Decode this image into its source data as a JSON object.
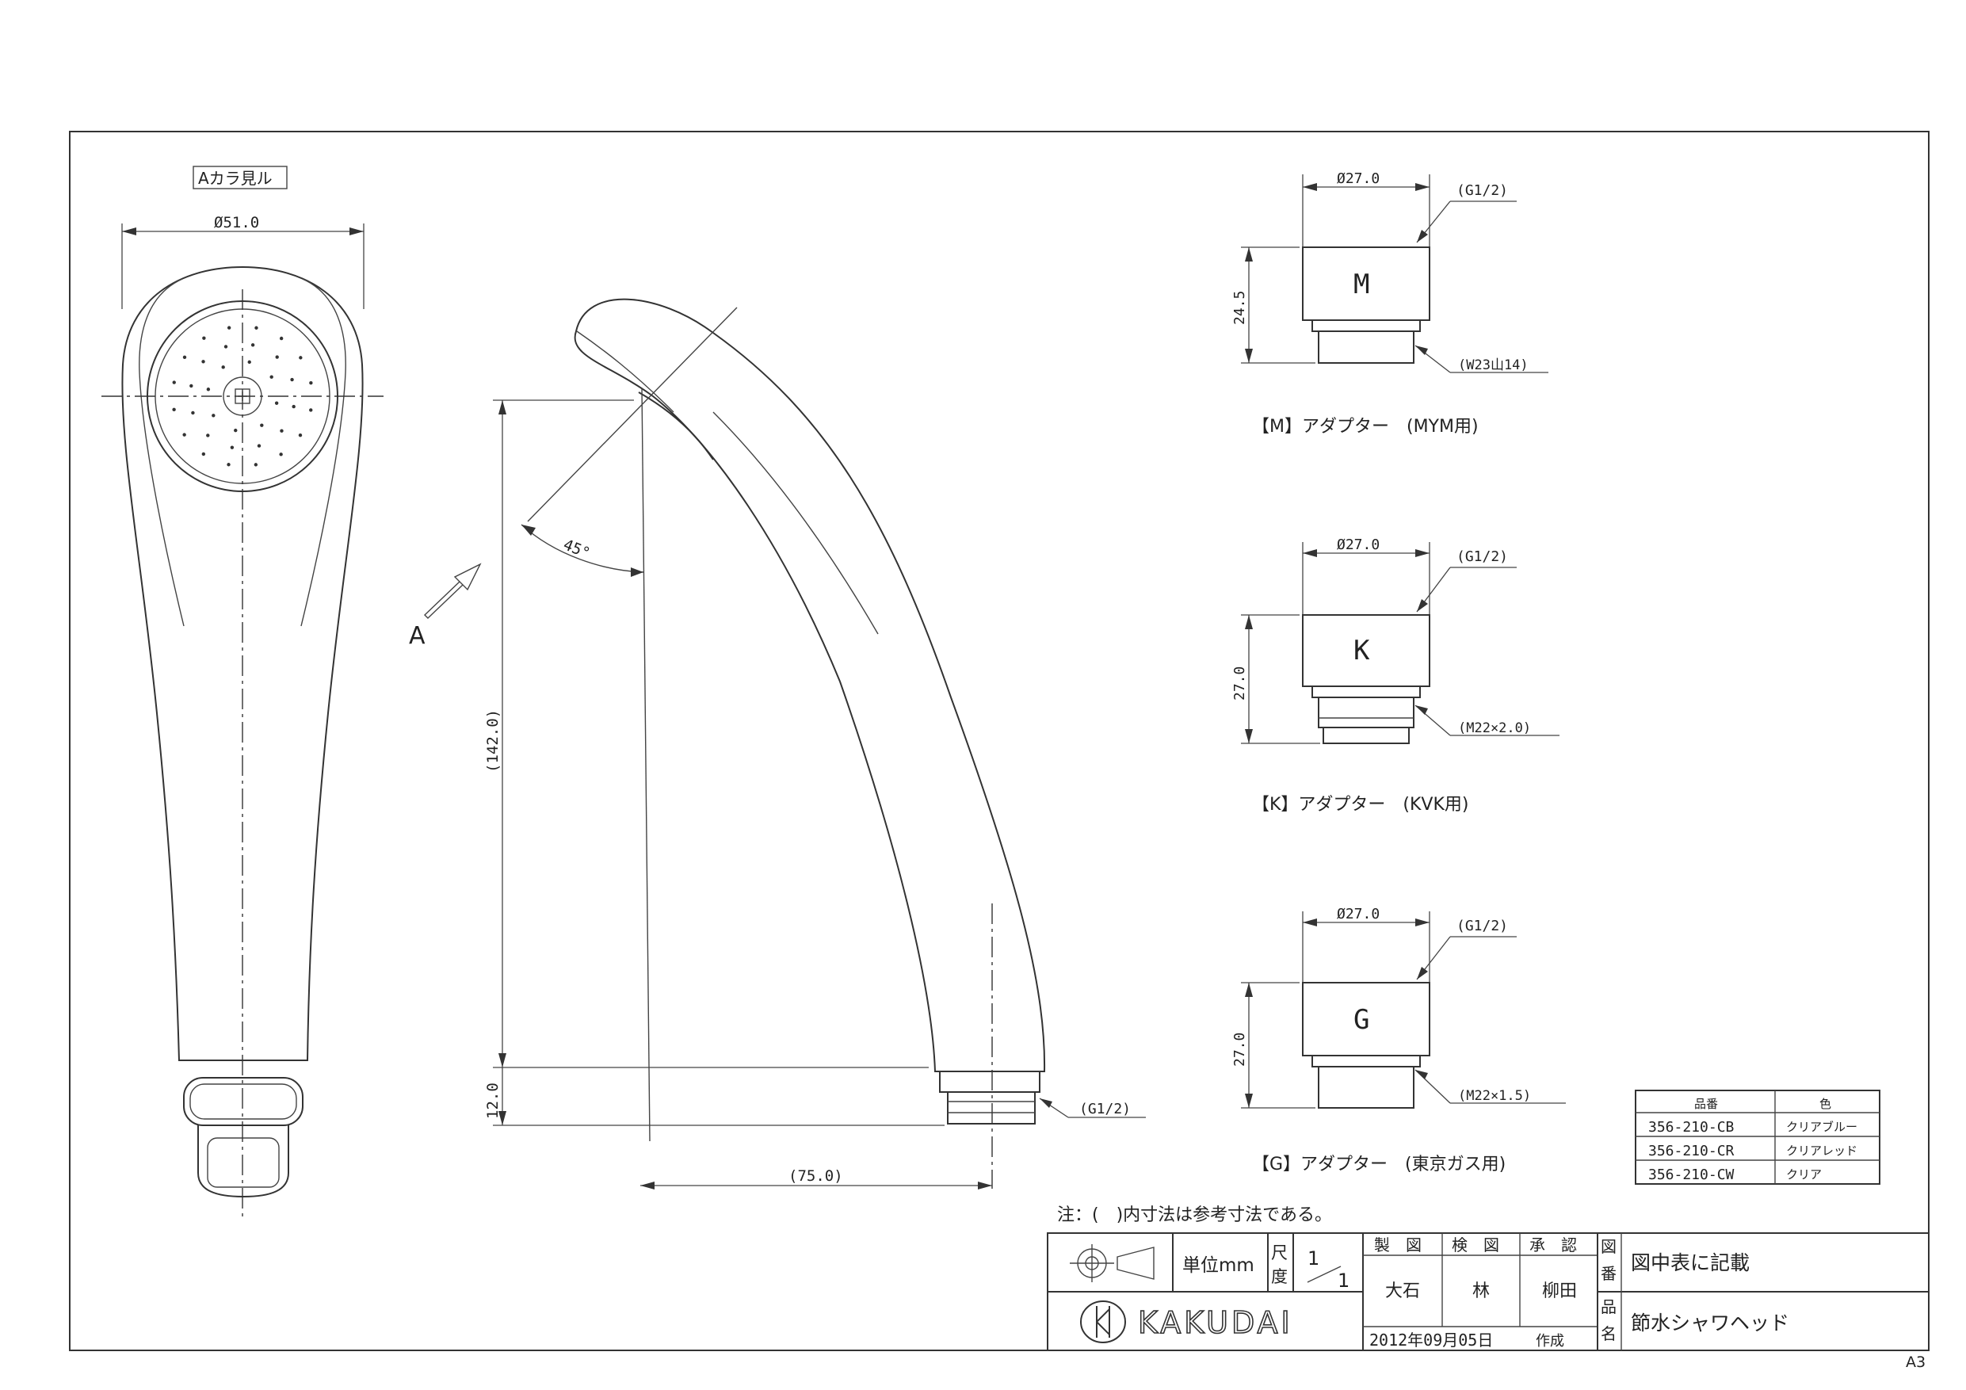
{
  "sheet_size": "A3",
  "front_view": {
    "view_label": "Aカラ見ル",
    "diameter_dim": "Ø51.0"
  },
  "side_view": {
    "arrow_label": "A",
    "angle_dim": "45°",
    "height_dim": "(142.0)",
    "base_dim": "12.0",
    "width_dim": "(75.0)",
    "thread_label": "(G1/2)"
  },
  "adapters": [
    {
      "letter": "M",
      "diameter": "Ø27.0",
      "height": "24.5",
      "top_thread": "(G1/2)",
      "bottom_thread": "(W23山14)",
      "caption": "【M】アダプター　(MYM用)"
    },
    {
      "letter": "K",
      "diameter": "Ø27.0",
      "height": "27.0",
      "top_thread": "(G1/2)",
      "bottom_thread": "(M22×2.0)",
      "caption": "【K】アダプター　(KVK用)"
    },
    {
      "letter": "G",
      "diameter": "Ø27.0",
      "height": "27.0",
      "top_thread": "(G1/2)",
      "bottom_thread": "(M22×1.5)",
      "caption": "【G】アダプター　(東京ガス用)"
    }
  ],
  "color_table": {
    "headers": [
      "品番",
      "色"
    ],
    "rows": [
      [
        "356-210-CB",
        "クリアブルー"
      ],
      [
        "356-210-CR",
        "クリアレッド"
      ],
      [
        "356-210-CW",
        "クリア"
      ]
    ]
  },
  "note": "注：(　)内寸法は参考寸法である。",
  "title_block": {
    "unit_label": "単位mm",
    "scale_label_1": "尺",
    "scale_label_2": "度",
    "scale_num": "1",
    "scale_den": "1",
    "made_label": "製　図",
    "checked_label": "検　図",
    "approved_label": "承　認",
    "made_by": "大石",
    "checked_by": "林",
    "approved_by": "柳田",
    "drawing_no_label_1": "図",
    "drawing_no_label_2": "番",
    "drawing_no": "図中表に記載",
    "name_label_1": "品",
    "name_label_2": "名",
    "product_name": "節水シャワヘッド",
    "date": "2012年09月05日",
    "created_label": "作成",
    "logo_text": "KAKUDAI"
  }
}
